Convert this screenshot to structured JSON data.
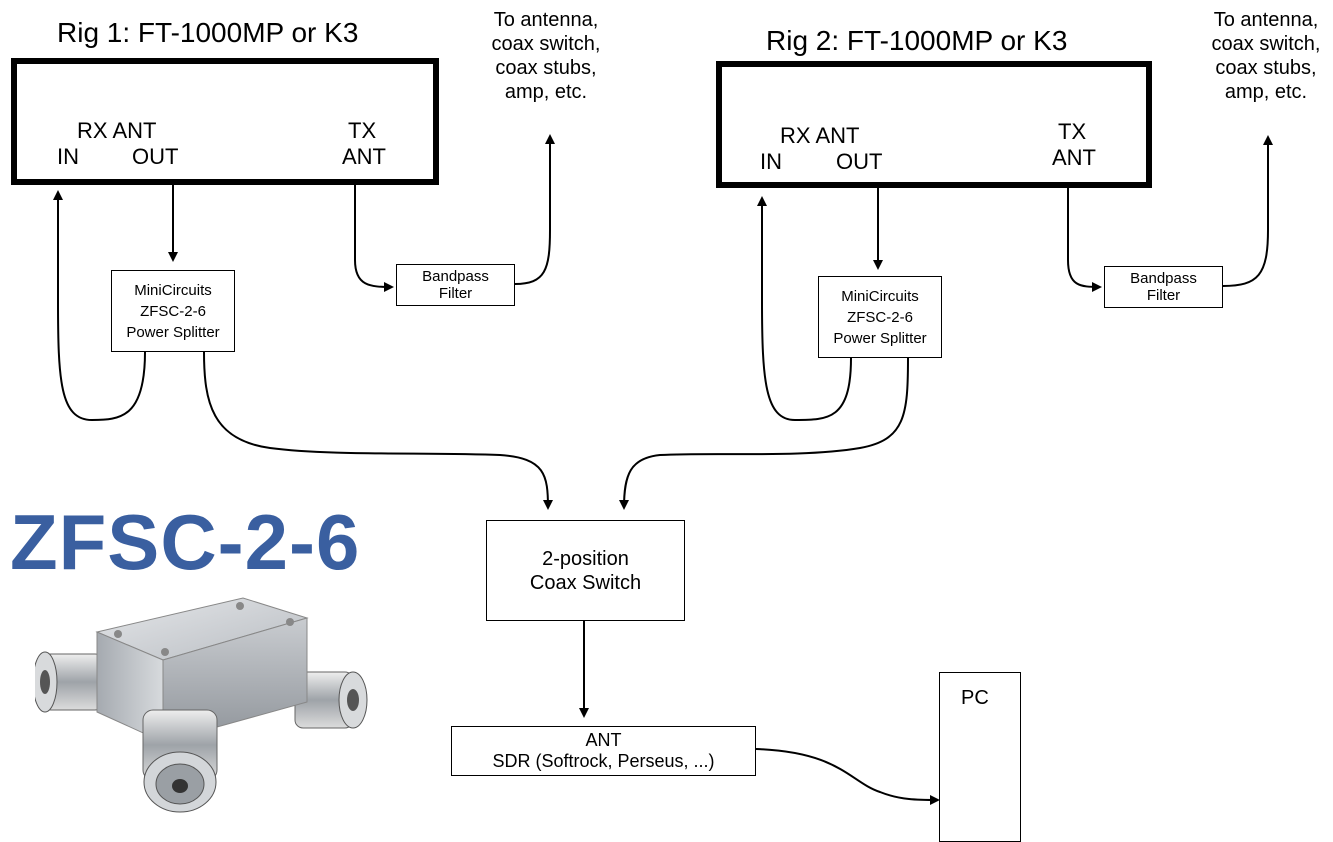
{
  "rig1": {
    "title": "Rig 1:  FT-1000MP or K3",
    "rx_ant": "RX ANT",
    "in": "IN",
    "out": "OUT",
    "tx": "TX",
    "ant": "ANT"
  },
  "rig2": {
    "title": "Rig 2:  FT-1000MP or K3",
    "rx_ant": "RX ANT",
    "in": "IN",
    "out": "OUT",
    "tx": "TX",
    "ant": "ANT"
  },
  "antenna_note": [
    "To antenna,",
    "coax switch,",
    "coax stubs,",
    "amp, etc."
  ],
  "bandpass": [
    "Bandpass",
    "Filter"
  ],
  "splitter": [
    "MiniCircuits",
    "ZFSC-2-6",
    "Power Splitter"
  ],
  "coax_switch": [
    "2-position",
    "Coax Switch"
  ],
  "sdr": [
    "ANT",
    "SDR (Softrock, Perseus, ...)"
  ],
  "pc": "PC",
  "product_label": "ZFSC-2-6",
  "icons": {
    "arrowhead": "arrow-icon",
    "splitter_photo": "bnc-splitter-icon"
  },
  "colors": {
    "product_label": "#3a5fa0",
    "line": "#000000"
  }
}
